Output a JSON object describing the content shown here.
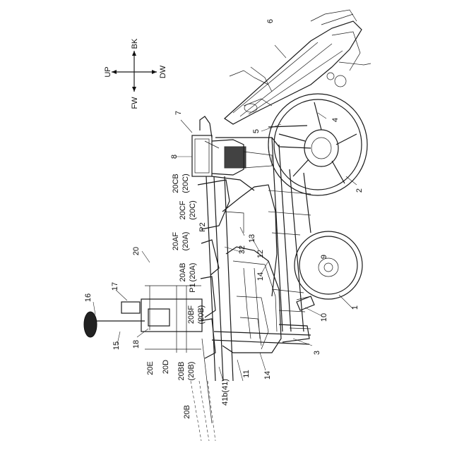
{
  "compass": {
    "up": "UP",
    "back": "BK",
    "down": "DW",
    "forward": "FW"
  },
  "labels": {
    "l1": "1",
    "l2": "2",
    "l3": "3",
    "l4": "4",
    "l5": "5",
    "l6": "6",
    "l7": "7",
    "l8": "8",
    "l9": "9",
    "l10": "10",
    "l11": "11",
    "l12": "12",
    "l13": "13",
    "l14a": "14",
    "l14b": "14",
    "l15": "15",
    "l16": "16",
    "l17": "17",
    "l18": "18",
    "l20": "20",
    "l20B": "20B",
    "l20E": "20E",
    "l20D": "20D",
    "l20BB": "20BB",
    "l20BBp": "(20B)",
    "l20BF": "20BF",
    "l20BFp": "(20B)",
    "l20AB": "20AB",
    "l20ABp": "(20A)",
    "l20AF": "20AF",
    "l20AFp": "(20A)",
    "l20CF": "20CF",
    "l20CFp": "(20C)",
    "l20CB": "20CB",
    "l20CBp": "(20C)",
    "lP1": "P1",
    "lP2": "P2",
    "l32": "32",
    "l41b": "41b(41)"
  }
}
